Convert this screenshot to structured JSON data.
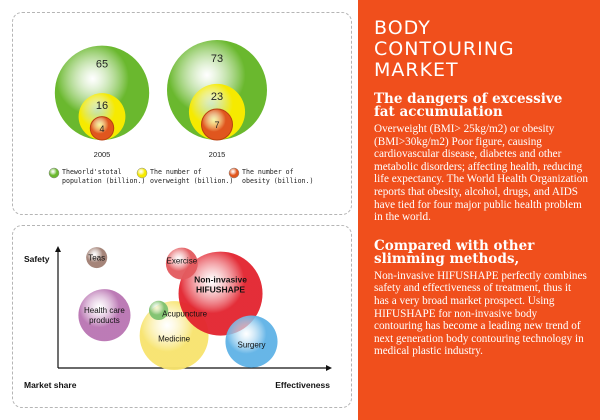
{
  "chart_data": [
    {
      "type": "bubble",
      "categories": [
        "2005",
        "2015"
      ],
      "series": [
        {
          "name": "Theworld'stotal population (billion.)",
          "values": [
            65,
            73
          ],
          "color": "#6ab82e"
        },
        {
          "name": "The number of overweight (billion.)",
          "values": [
            16,
            23
          ],
          "color": "#f6ea00"
        },
        {
          "name": "The number of obesity (billion.)",
          "values": [
            4,
            7
          ],
          "color": "#e0561e"
        }
      ],
      "legend": [
        {
          "lines": [
            "Theworld'stotal",
            "population (billion.)"
          ],
          "color": "#6ab82e"
        },
        {
          "lines": [
            "The number of",
            "overweight (billion.)"
          ],
          "color": "#f6ea00"
        },
        {
          "lines": [
            "The number of",
            "obesity (billion.)"
          ],
          "color": "#e0561e"
        }
      ]
    },
    {
      "type": "bubble",
      "xlabel": "Effectiveness",
      "ylabel": "Safety",
      "xorigin_label": "Market share",
      "points": [
        {
          "label": "Teas",
          "x": 0.15,
          "y": 0.92,
          "size": 0.25,
          "color": "#a07e72"
        },
        {
          "label": "Exercise",
          "x": 0.48,
          "y": 0.87,
          "size": 0.38,
          "color": "#e35a5e"
        },
        {
          "label": "Non-invasive HIFUSHAPE",
          "x": 0.63,
          "y": 0.62,
          "size": 1.0,
          "color": "#e2232e"
        },
        {
          "label": "Health care products",
          "x": 0.18,
          "y": 0.44,
          "size": 0.62,
          "color": "#b974b2"
        },
        {
          "label": "Acupuncture",
          "x": 0.39,
          "y": 0.48,
          "size": 0.23,
          "color": "#7ec16f"
        },
        {
          "label": "Medicine",
          "x": 0.45,
          "y": 0.27,
          "size": 0.82,
          "color": "#f7e36c"
        },
        {
          "label": "Surgery",
          "x": 0.75,
          "y": 0.22,
          "size": 0.62,
          "color": "#5fb2e6"
        }
      ]
    }
  ],
  "right": {
    "title": [
      "BODY",
      "CONTOURING",
      "MARKET"
    ],
    "section1": {
      "heading": [
        "The dangers of excessive",
        "fat accumulation"
      ],
      "body": "Overweight (BMI> 25kg/m2) or obesity (BMI>30kg/m2) Poor figure, causing cardiovascular disease, diabetes and other metabolic disorders; affecting health, reducing life expectancy. The World Health Organization reports that obesity, alcohol, drugs, and AIDS have tied for four major public health problem in the world."
    },
    "section2": {
      "heading": [
        "Compared with other",
        "slimming methods,"
      ],
      "body": "Non-invasive HIFUSHAPE perfectly combines safety and effectiveness of treatment, thus it has a very broad market prospect. Using HIFUSHAPE for non-invasive body contouring has become a leading new trend of next generation body contouring technology in medical plastic industry."
    }
  }
}
